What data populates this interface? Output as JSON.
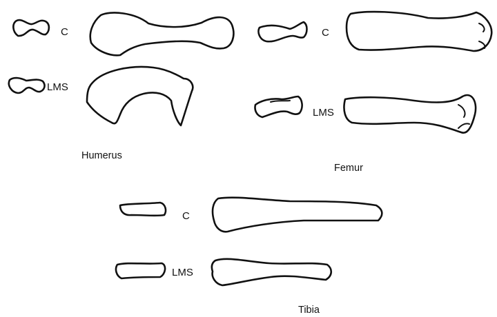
{
  "groups": [
    {
      "key": "humerus",
      "caption": "Humerus",
      "rows": [
        {
          "label": "C"
        },
        {
          "label": "LMS"
        }
      ]
    },
    {
      "key": "femur",
      "caption": "Femur",
      "rows": [
        {
          "label": "C"
        },
        {
          "label": "LMS"
        }
      ]
    },
    {
      "key": "tibia",
      "caption": "Tibia",
      "rows": [
        {
          "label": "C"
        },
        {
          "label": "LMS"
        }
      ]
    }
  ]
}
